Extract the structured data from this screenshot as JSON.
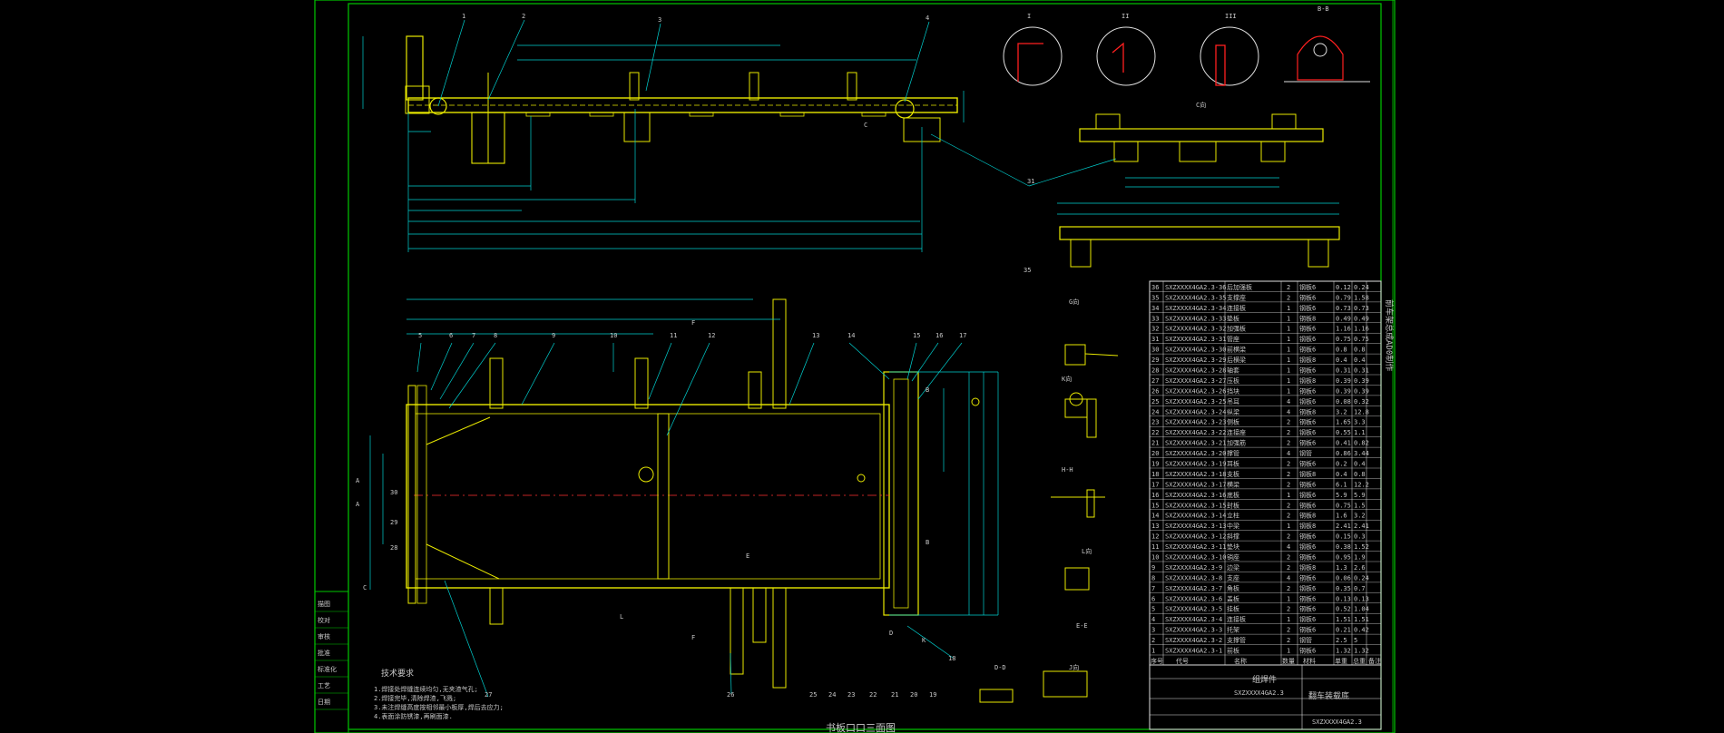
{
  "colors": {
    "background": "#000000",
    "frame": "#00c800",
    "part": "#e8e800",
    "dimension": "#00d0d0",
    "centerline": "#ff3030",
    "weld": "#e0e0e0",
    "highlight": "#ff2020",
    "text": "#c8c8c8"
  },
  "title_block": {
    "drawing_number": "SXZXXXX4GA2.3",
    "name": "翻车装载底",
    "material": "组焊件",
    "assembly_number": "SXZXXXX4GA2.3"
  },
  "vertical_caption": "前车架总成AD0制作",
  "bottom_caption": "书板口口三面图",
  "tech_notes": {
    "title": "技术要求",
    "lines": [
      "1.焊接处焊缝连续均匀,无夹渣气孔;",
      "2.焊接完毕,清除焊渣,飞溅;",
      "3.未注焊缝高度按相邻最小板厚,焊后去应力;",
      "4.表面涂防锈漆,再刷面漆."
    ]
  },
  "section_labels": {
    "top_small_1": "I",
    "top_small_2": "II",
    "top_small_3": "III",
    "bb": "B-B",
    "cc": "C向",
    "gg": "G向",
    "kk": "K向",
    "hh": "H-H",
    "ll": "L向",
    "ee": "E-E",
    "dd": "D-D",
    "jj": "J向"
  },
  "callouts_top": [
    "1",
    "2",
    "3",
    "4",
    "31",
    "35"
  ],
  "callouts_plan": [
    "5",
    "6",
    "7",
    "8",
    "9",
    "10",
    "11",
    "12",
    "13",
    "14",
    "15",
    "16",
    "17",
    "18",
    "19",
    "20",
    "21",
    "22",
    "23",
    "24",
    "25",
    "26",
    "27",
    "28",
    "29",
    "30"
  ],
  "side_labels": [
    "B",
    "B",
    "A",
    "A",
    "C",
    "E",
    "F",
    "F",
    "K",
    "D",
    "L",
    "C"
  ],
  "left_strip": [
    "描图",
    "校对",
    "审核",
    "批准",
    "标准化",
    "工艺",
    "日期"
  ],
  "bom": {
    "headers": [
      "序号",
      "代号",
      "名称",
      "数量",
      "材料",
      "单重",
      "总重",
      "备注"
    ],
    "rows": [
      [
        "36",
        "SXZXXXX4GA2.3-36",
        "后加强板",
        "2",
        "钢板6",
        "0.12",
        "0.24"
      ],
      [
        "35",
        "SXZXXXX4GA2.3-35",
        "支撑座",
        "2",
        "钢板6",
        "0.79",
        "1.58"
      ],
      [
        "34",
        "SXZXXXX4GA2.3-34",
        "连接板",
        "1",
        "钢板6",
        "0.73",
        "0.73"
      ],
      [
        "33",
        "SXZXXXX4GA2.3-33",
        "垫板",
        "1",
        "钢板8",
        "0.49",
        "0.49"
      ],
      [
        "32",
        "SXZXXXX4GA2.3-32",
        "加强板",
        "1",
        "钢板6",
        "1.16",
        "1.16"
      ],
      [
        "31",
        "SXZXXXX4GA2.3-31",
        "管座",
        "1",
        "钢板6",
        "0.75",
        "0.75"
      ],
      [
        "30",
        "SXZXXXX4GA2.3-30",
        "前横梁",
        "1",
        "钢板6",
        "0.8",
        "0.8"
      ],
      [
        "29",
        "SXZXXXX4GA2.3-29",
        "后横梁",
        "1",
        "钢板8",
        "0.4",
        "0.4"
      ],
      [
        "28",
        "SXZXXXX4GA2.3-28",
        "轴套",
        "1",
        "钢板6",
        "0.31",
        "0.31"
      ],
      [
        "27",
        "SXZXXXX4GA2.3-27",
        "压板",
        "1",
        "钢板8",
        "0.39",
        "0.39"
      ],
      [
        "26",
        "SXZXXXX4GA2.3-26",
        "挡块",
        "1",
        "钢板6",
        "0.39",
        "0.39"
      ],
      [
        "25",
        "SXZXXXX4GA2.3-25",
        "吊耳",
        "4",
        "钢板6",
        "0.08",
        "0.32"
      ],
      [
        "24",
        "SXZXXXX4GA2.3-24",
        "纵梁",
        "4",
        "钢板8",
        "3.2",
        "12.8"
      ],
      [
        "23",
        "SXZXXXX4GA2.3-23",
        "侧板",
        "2",
        "钢板6",
        "1.65",
        "3.3"
      ],
      [
        "22",
        "SXZXXXX4GA2.3-22",
        "连接座",
        "2",
        "钢板6",
        "0.55",
        "1.1"
      ],
      [
        "21",
        "SXZXXXX4GA2.3-21",
        "加强筋",
        "2",
        "钢板6",
        "0.41",
        "0.82"
      ],
      [
        "20",
        "SXZXXXX4GA2.3-20",
        "撑管",
        "4",
        "钢管",
        "0.86",
        "3.44"
      ],
      [
        "19",
        "SXZXXXX4GA2.3-19",
        "耳板",
        "2",
        "钢板6",
        "0.2",
        "0.4"
      ],
      [
        "18",
        "SXZXXXX4GA2.3-18",
        "支板",
        "2",
        "钢板8",
        "0.4",
        "0.8"
      ],
      [
        "17",
        "SXZXXXX4GA2.3-17",
        "横梁",
        "2",
        "钢板6",
        "6.1",
        "12.2"
      ],
      [
        "16",
        "SXZXXXX4GA2.3-16",
        "底板",
        "1",
        "钢板6",
        "5.9",
        "5.9"
      ],
      [
        "15",
        "SXZXXXX4GA2.3-15",
        "封板",
        "2",
        "钢板6",
        "0.75",
        "1.5"
      ],
      [
        "14",
        "SXZXXXX4GA2.3-14",
        "立柱",
        "2",
        "钢板8",
        "1.6",
        "3.2"
      ],
      [
        "13",
        "SXZXXXX4GA2.3-13",
        "中梁",
        "1",
        "钢板8",
        "2.41",
        "2.41"
      ],
      [
        "12",
        "SXZXXXX4GA2.3-12",
        "斜撑",
        "2",
        "钢板6",
        "0.15",
        "0.3"
      ],
      [
        "11",
        "SXZXXXX4GA2.3-11",
        "垫块",
        "4",
        "钢板6",
        "0.38",
        "1.52"
      ],
      [
        "10",
        "SXZXXXX4GA2.3-10",
        "销座",
        "2",
        "钢板6",
        "0.95",
        "1.9"
      ],
      [
        "9",
        "SXZXXXX4GA2.3-9",
        "边梁",
        "2",
        "钢板8",
        "1.3",
        "2.6"
      ],
      [
        "8",
        "SXZXXXX4GA2.3-8",
        "支座",
        "4",
        "钢板6",
        "0.06",
        "0.24"
      ],
      [
        "7",
        "SXZXXXX4GA2.3-7",
        "角板",
        "2",
        "钢板6",
        "0.35",
        "0.7"
      ],
      [
        "6",
        "SXZXXXX4GA2.3-6",
        "盖板",
        "1",
        "钢板6",
        "0.13",
        "0.13"
      ],
      [
        "5",
        "SXZXXXX4GA2.3-5",
        "挂板",
        "2",
        "钢板6",
        "0.52",
        "1.04"
      ],
      [
        "4",
        "SXZXXXX4GA2.3-4",
        "连接板",
        "1",
        "钢板6",
        "1.51",
        "1.51"
      ],
      [
        "3",
        "SXZXXXX4GA2.3-3",
        "托架",
        "2",
        "钢板6",
        "0.21",
        "0.42"
      ],
      [
        "2",
        "SXZXXXX4GA2.3-2",
        "支撑管",
        "2",
        "钢管",
        "2.5",
        "5"
      ],
      [
        "1",
        "SXZXXXX4GA2.3-1",
        "前板",
        "1",
        "钢板6",
        "1.32",
        "1.32"
      ]
    ]
  }
}
